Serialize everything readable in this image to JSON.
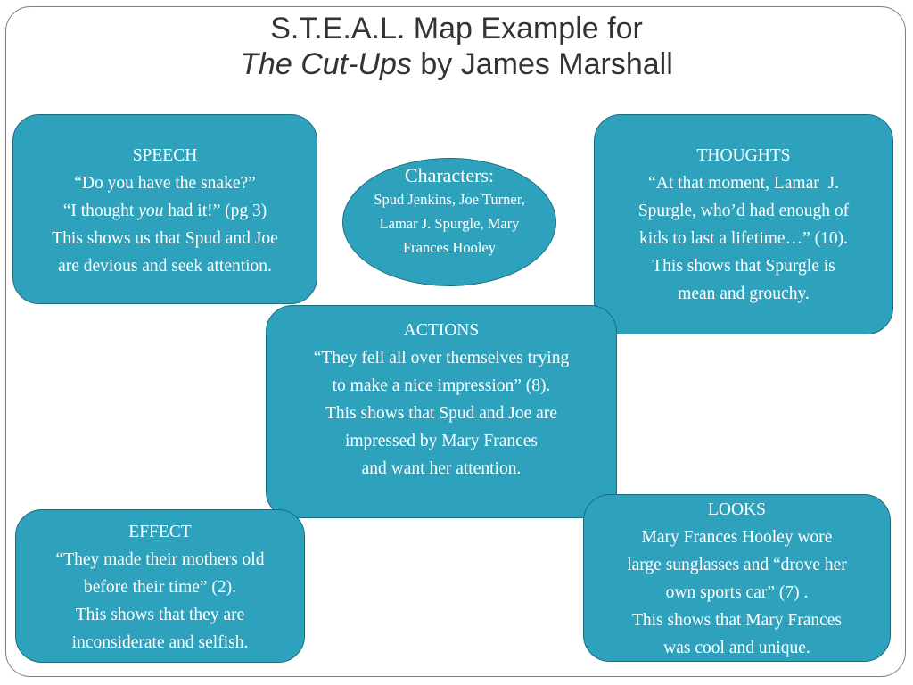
{
  "title": {
    "line1": "S.T.E.A.L. Map Example for",
    "book_title": "The Cut-Ups",
    "book_author": " by James Marshall"
  },
  "characters": {
    "heading": "Characters:",
    "names": "Spud Jenkins, Joe Turner, Lamar J. Spurgle, Mary Frances Hooley"
  },
  "speech": {
    "heading": "SPEECH",
    "quote1": "“Do you have the snake?”",
    "quote2_pre": "“I thought ",
    "quote2_em": "you",
    "quote2_post": " had it!” (pg 3)",
    "analysis1": "This shows us that Spud and Joe",
    "analysis2": "are devious and seek attention."
  },
  "thoughts": {
    "heading": "THOUGHTS",
    "line1": "“At that moment, Lamar  J.",
    "line2": "Spurgle, who’d had enough of",
    "line3": "kids to last a lifetime…” (10).",
    "line4": "This shows that Spurgle is",
    "line5": "mean and grouchy."
  },
  "actions": {
    "heading": "ACTIONS",
    "line1": "“They fell all over themselves trying",
    "line2": "to make a nice impression” (8).",
    "line3": "This shows that Spud and Joe are",
    "line4": "impressed by Mary Frances",
    "line5": "and want her attention."
  },
  "effect": {
    "heading": "EFFECT",
    "line1": "“They made their mothers old",
    "line2": "before their time” (2).",
    "line3": "This shows that they are",
    "line4": "inconsiderate and selfish."
  },
  "looks": {
    "heading": "LOOKS",
    "line1": "Mary Frances Hooley wore",
    "line2": "large sunglasses and “drove her",
    "line3": "own sports car” (7) .",
    "line4": "This shows that Mary Frances",
    "line5": "was cool and unique."
  }
}
